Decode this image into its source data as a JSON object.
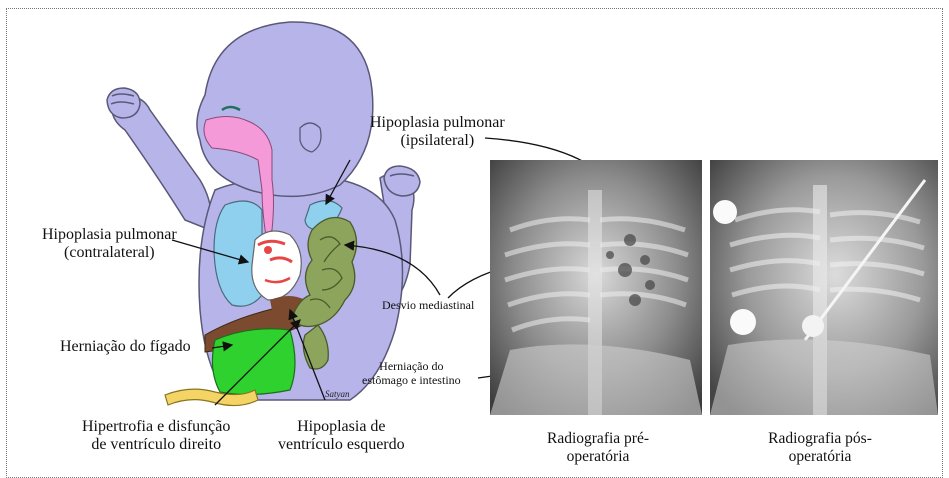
{
  "labels": {
    "hipoplasia_ipsi_line1": "Hipoplasia pulmonar",
    "hipoplasia_ipsi_line2": "(ipsilateral)",
    "hipoplasia_contra_line1": "Hipoplasia pulmonar",
    "hipoplasia_contra_line2": "(contralateral)",
    "desvio": "Desvio mediastinal",
    "herniacao_figado": "Herniação do fígado",
    "herniacao_estomago_line1": "Herniação do",
    "herniacao_estomago_line2": "estômago e intestino",
    "hipertrofia_line1": "Hipertrofia e disfunção",
    "hipertrofia_line2": "de ventrículo direito",
    "hipoplasia_ve_line1": "Hipoplasia de",
    "hipoplasia_ve_line2": "ventrículo esquerdo",
    "signature": "Satyan"
  },
  "captions": {
    "pre_line1": "Radiografia pré-",
    "pre_line2": "operatória",
    "pos_line1": "Radiografia pós-",
    "pos_line2": "operatória"
  },
  "colors": {
    "body": "#b7b4ea",
    "body_outline": "#5a5877",
    "esophagus": "#f49ad9",
    "lung": "#8fd0ef",
    "intestine": "#8da45c",
    "liver": "#7c4a2e",
    "stomach": "#2fd12f",
    "cord": "#f3d465",
    "heart_red": "#e84545"
  }
}
